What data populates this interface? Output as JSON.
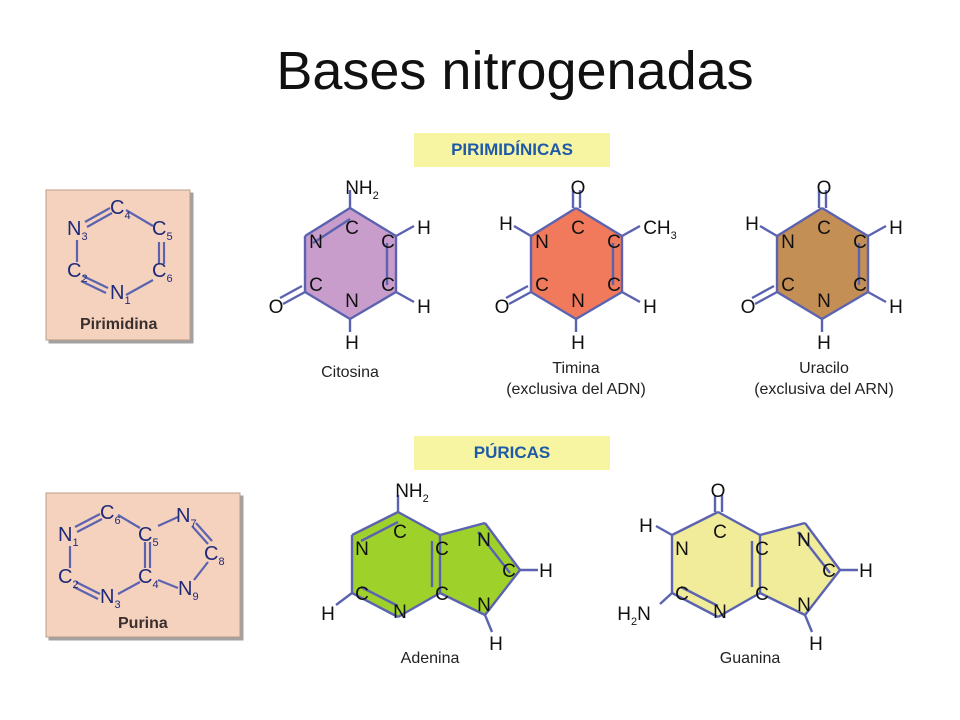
{
  "title": "Bases nitrogenadas",
  "sections": {
    "pyrimidine": "PIRIMIDÍNICAS",
    "purine": "PÚRICAS"
  },
  "reference": {
    "pyrimidine": {
      "name": "Pirimidina",
      "atoms": {
        "c4": "C",
        "n3": "N",
        "c5": "C",
        "c2": "C",
        "c6": "C",
        "n1": "N"
      },
      "subs": {
        "c4": "4",
        "n3": "3",
        "c5": "5",
        "c2": "2",
        "c6": "6",
        "n1": "1"
      }
    },
    "purine": {
      "name": "Purina",
      "atoms": {
        "c6": "C",
        "n1": "N",
        "c5": "C",
        "n7": "N",
        "c8": "C",
        "c2": "C",
        "c4": "C",
        "n9": "N",
        "n3": "N"
      },
      "subs": {
        "c6": "6",
        "n1": "1",
        "c5": "5",
        "n7": "7",
        "c8": "8",
        "c2": "2",
        "c4": "4",
        "n9": "9",
        "n3": "3"
      }
    }
  },
  "bases": {
    "cytosine": {
      "name": "Citosina",
      "atoms": {
        "n3": "N",
        "c4": "C",
        "c5": "C",
        "c2": "C",
        "n1": "N",
        "c6": "C"
      },
      "groups": {
        "nh2": "NH",
        "nh2_sub": "2",
        "o": "O",
        "h5": "H",
        "h6": "H",
        "h1": "H"
      }
    },
    "thymine": {
      "name": "Timina",
      "note": "(exclusiva del ADN)",
      "atoms": {
        "n3": "N",
        "c4": "C",
        "c5": "C",
        "c2": "C",
        "n1": "N",
        "c6": "C"
      },
      "groups": {
        "o4": "O",
        "o2": "O",
        "h3": "H",
        "ch3": "CH",
        "ch3_sub": "3",
        "h6": "H",
        "h1": "H"
      }
    },
    "uracil": {
      "name": "Uracilo",
      "note": "(exclusiva del ARN)",
      "atoms": {
        "n3": "N",
        "c4": "C",
        "c5": "C",
        "c2": "C",
        "n1": "N",
        "c6": "C"
      },
      "groups": {
        "o4": "O",
        "o2": "O",
        "h3": "H",
        "h5": "H",
        "h6": "H",
        "h1": "H"
      }
    },
    "adenine": {
      "name": "Adenina",
      "atoms": {
        "c6": "C",
        "n1": "N",
        "c5": "C",
        "n7": "N",
        "c8": "C",
        "c2": "C",
        "c4": "C",
        "n9": "N",
        "n3": "N"
      },
      "groups": {
        "nh2": "NH",
        "nh2_sub": "2",
        "h2": "H",
        "h8": "H",
        "h9": "H"
      }
    },
    "guanine": {
      "name": "Guanina",
      "atoms": {
        "c6": "C",
        "n1": "N",
        "c5": "C",
        "n7": "N",
        "c8": "C",
        "c2": "C",
        "c4": "C",
        "n9": "N",
        "n3": "N"
      },
      "groups": {
        "o": "O",
        "h1": "H",
        "h2n": "H",
        "h2n_sub": "2",
        "h2n_n": "N",
        "h8": "H",
        "h9": "H"
      }
    }
  },
  "colors": {
    "cytosine": "#c89ccb",
    "thymine": "#f07a5b",
    "uracil": "#c48f55",
    "adenine": "#9ed12a",
    "guanine": "#f0ec9a",
    "reference_box": "#f5d2bd",
    "section_label_bg": "#f7f4a2",
    "section_label_text": "#1e5aa8",
    "bond": "#5b63b0"
  }
}
